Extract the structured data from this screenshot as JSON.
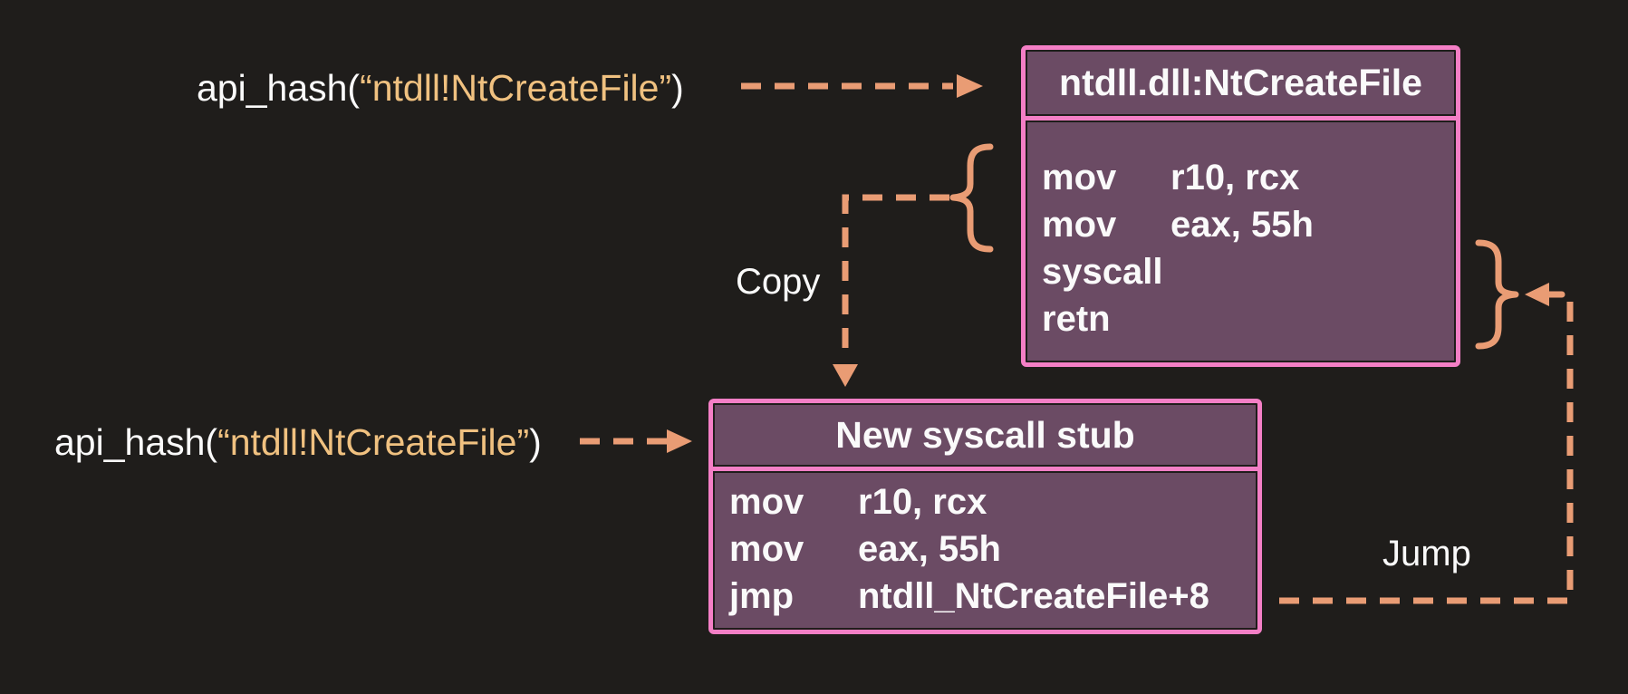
{
  "colors": {
    "background": "#1F1D1B",
    "box_fill": "#6B4B64",
    "box_border": "#F47FC6",
    "arrow": "#E99C74",
    "string_literal": "#F0C180",
    "text": "#FAFAFA"
  },
  "hash_label_top": {
    "prefix": "api_hash(",
    "string": "“ntdll!NtCreateFile”",
    "suffix": ")"
  },
  "hash_label_bottom": {
    "prefix": "api_hash(",
    "string": "“ntdll!NtCreateFile”",
    "suffix": ")"
  },
  "copy_label": "Copy",
  "jump_label": "Jump",
  "ntdll_box": {
    "title": "ntdll.dll:NtCreateFile",
    "instructions": [
      {
        "mnemonic": "mov",
        "operands": "r10, rcx"
      },
      {
        "mnemonic": "mov",
        "operands": "eax, 55h"
      },
      {
        "mnemonic": "syscall",
        "operands": ""
      },
      {
        "mnemonic": "retn",
        "operands": ""
      }
    ]
  },
  "stub_box": {
    "title": "New syscall stub",
    "instructions": [
      {
        "mnemonic": "mov",
        "operands": "r10, rcx"
      },
      {
        "mnemonic": "mov",
        "operands": "eax, 55h"
      },
      {
        "mnemonic": "jmp",
        "operands": "ntdll_NtCreateFile+8"
      }
    ]
  }
}
